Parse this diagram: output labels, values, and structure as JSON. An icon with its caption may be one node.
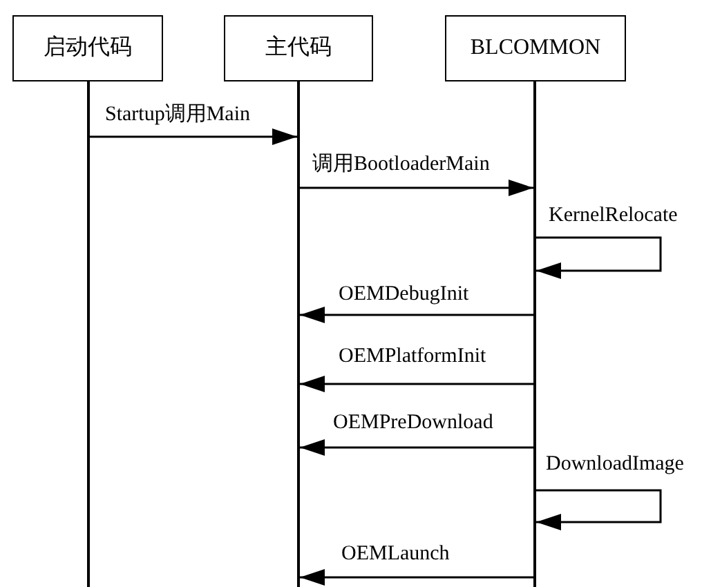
{
  "diagram": {
    "nodes": [
      {
        "text": [
          "启动代码"
        ]
      },
      {
        "text": [
          "主代码"
        ]
      },
      {
        "text": [
          "BLCOMMON"
        ]
      },
      {
        "text": [],
        "shape": "bar"
      },
      {
        "text": [],
        "shape": "bar"
      },
      {
        "text": [],
        "shape": "bar"
      }
    ],
    "edges": [
      {
        "from": 3,
        "to": 4,
        "arrow": "to",
        "label": "Startup调用Main"
      },
      {
        "from": 4,
        "to": 5,
        "arrow": "to",
        "label": "调用BootloaderMain"
      },
      {
        "from": 5,
        "to": 5,
        "arrow": "to",
        "label": "KernelRelocate"
      },
      {
        "from": 5,
        "to": 4,
        "arrow": "to",
        "label": "OEMDebugInit"
      },
      {
        "from": 5,
        "to": 4,
        "arrow": "to",
        "label": "OEMPlatformInit"
      },
      {
        "from": 5,
        "to": 4,
        "arrow": "to",
        "label": "OEMPreDownload"
      },
      {
        "from": 5,
        "to": 5,
        "arrow": "to",
        "label": "DownloadImage"
      },
      {
        "from": 5,
        "to": 4,
        "arrow": "to",
        "label": "OEMLaunch"
      }
    ]
  }
}
